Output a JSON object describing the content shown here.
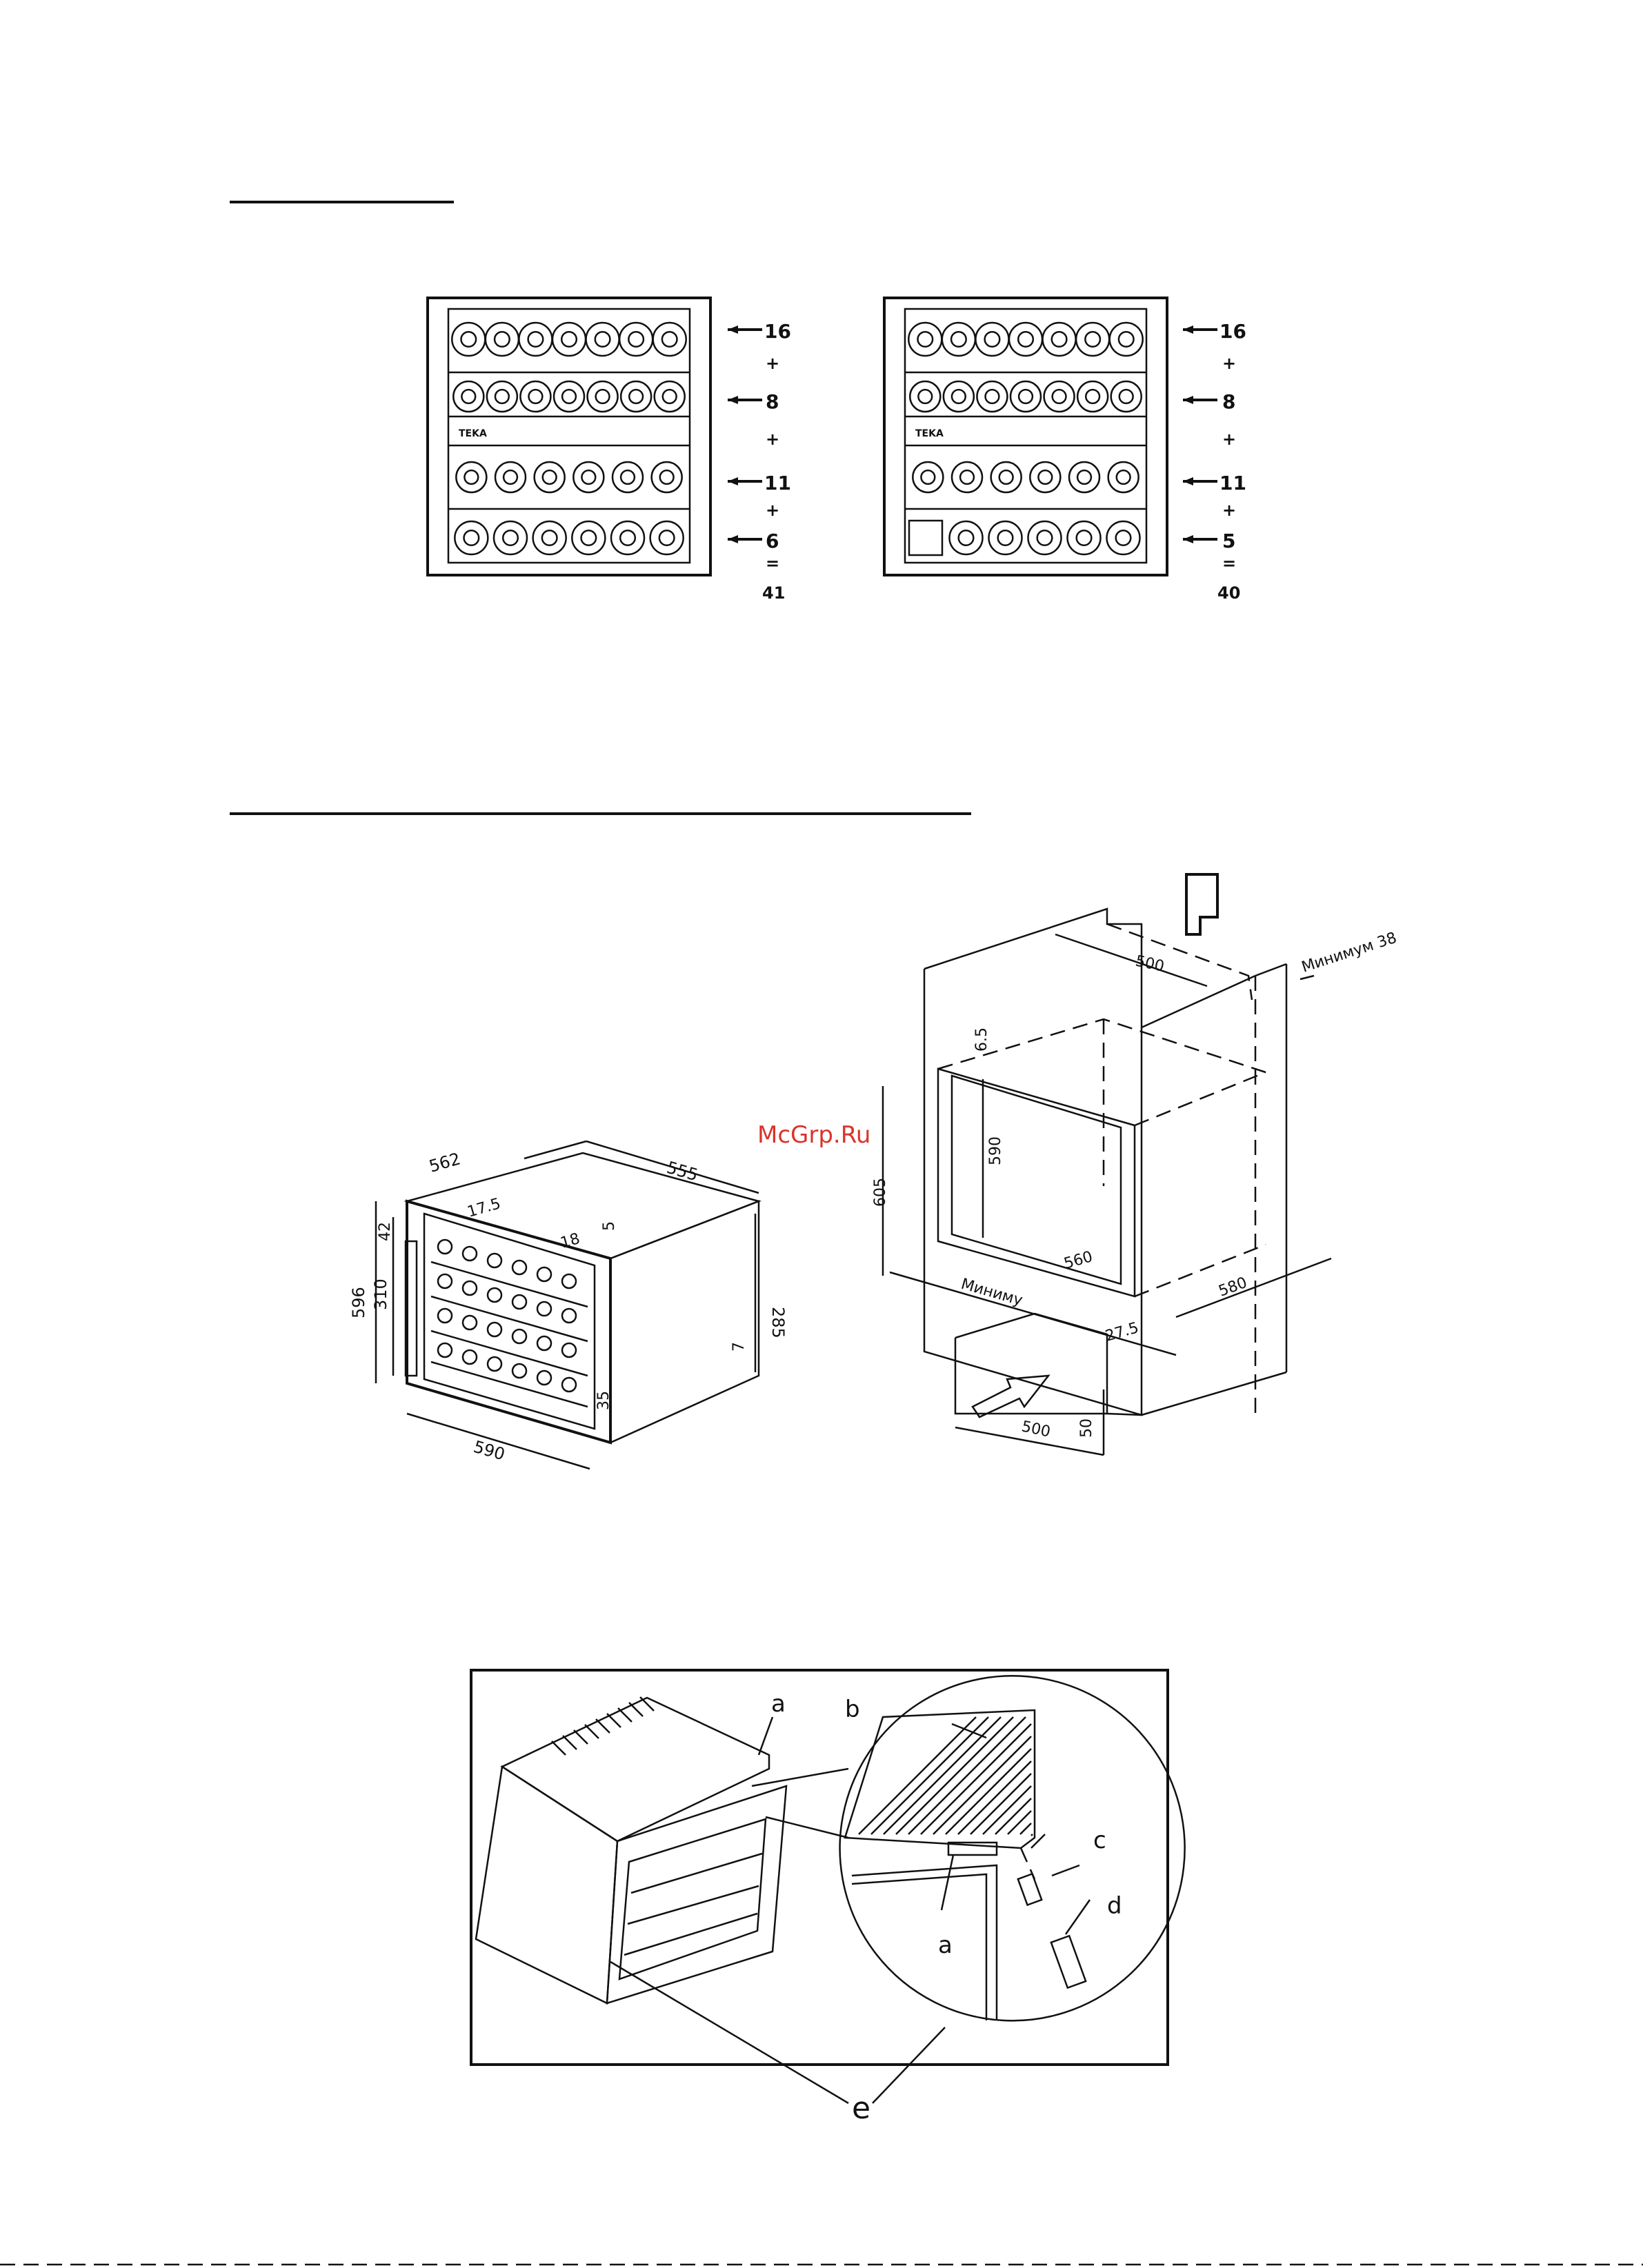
{
  "section1": {
    "left": {
      "counts": [
        "16",
        "8",
        "11",
        "6"
      ],
      "plus": "+",
      "equals": "=",
      "total": "41",
      "brand": "TEKA"
    },
    "right": {
      "counts": [
        "16",
        "8",
        "11",
        "5"
      ],
      "plus": "+",
      "equals": "=",
      "total": "40",
      "brand": "TEKA"
    }
  },
  "section2": {
    "cabinet": {
      "dims": [
        "562",
        "555",
        "17.5",
        "18",
        "5",
        "42",
        "596",
        "310",
        "285",
        "7",
        "35",
        "590"
      ]
    },
    "niche": {
      "dims": [
        "500",
        "6.5",
        "590",
        "605",
        "560",
        "580",
        "27.5",
        "500",
        "50"
      ],
      "min_top": "Минимум 38",
      "min_bottom": "Миниму"
    },
    "watermark": "McGrp.Ru"
  },
  "section3": {
    "labels": [
      "a",
      "b",
      "c",
      "d",
      "a",
      "e"
    ]
  },
  "colors": {
    "ink": "#111111",
    "watermark": "#d9342b"
  }
}
